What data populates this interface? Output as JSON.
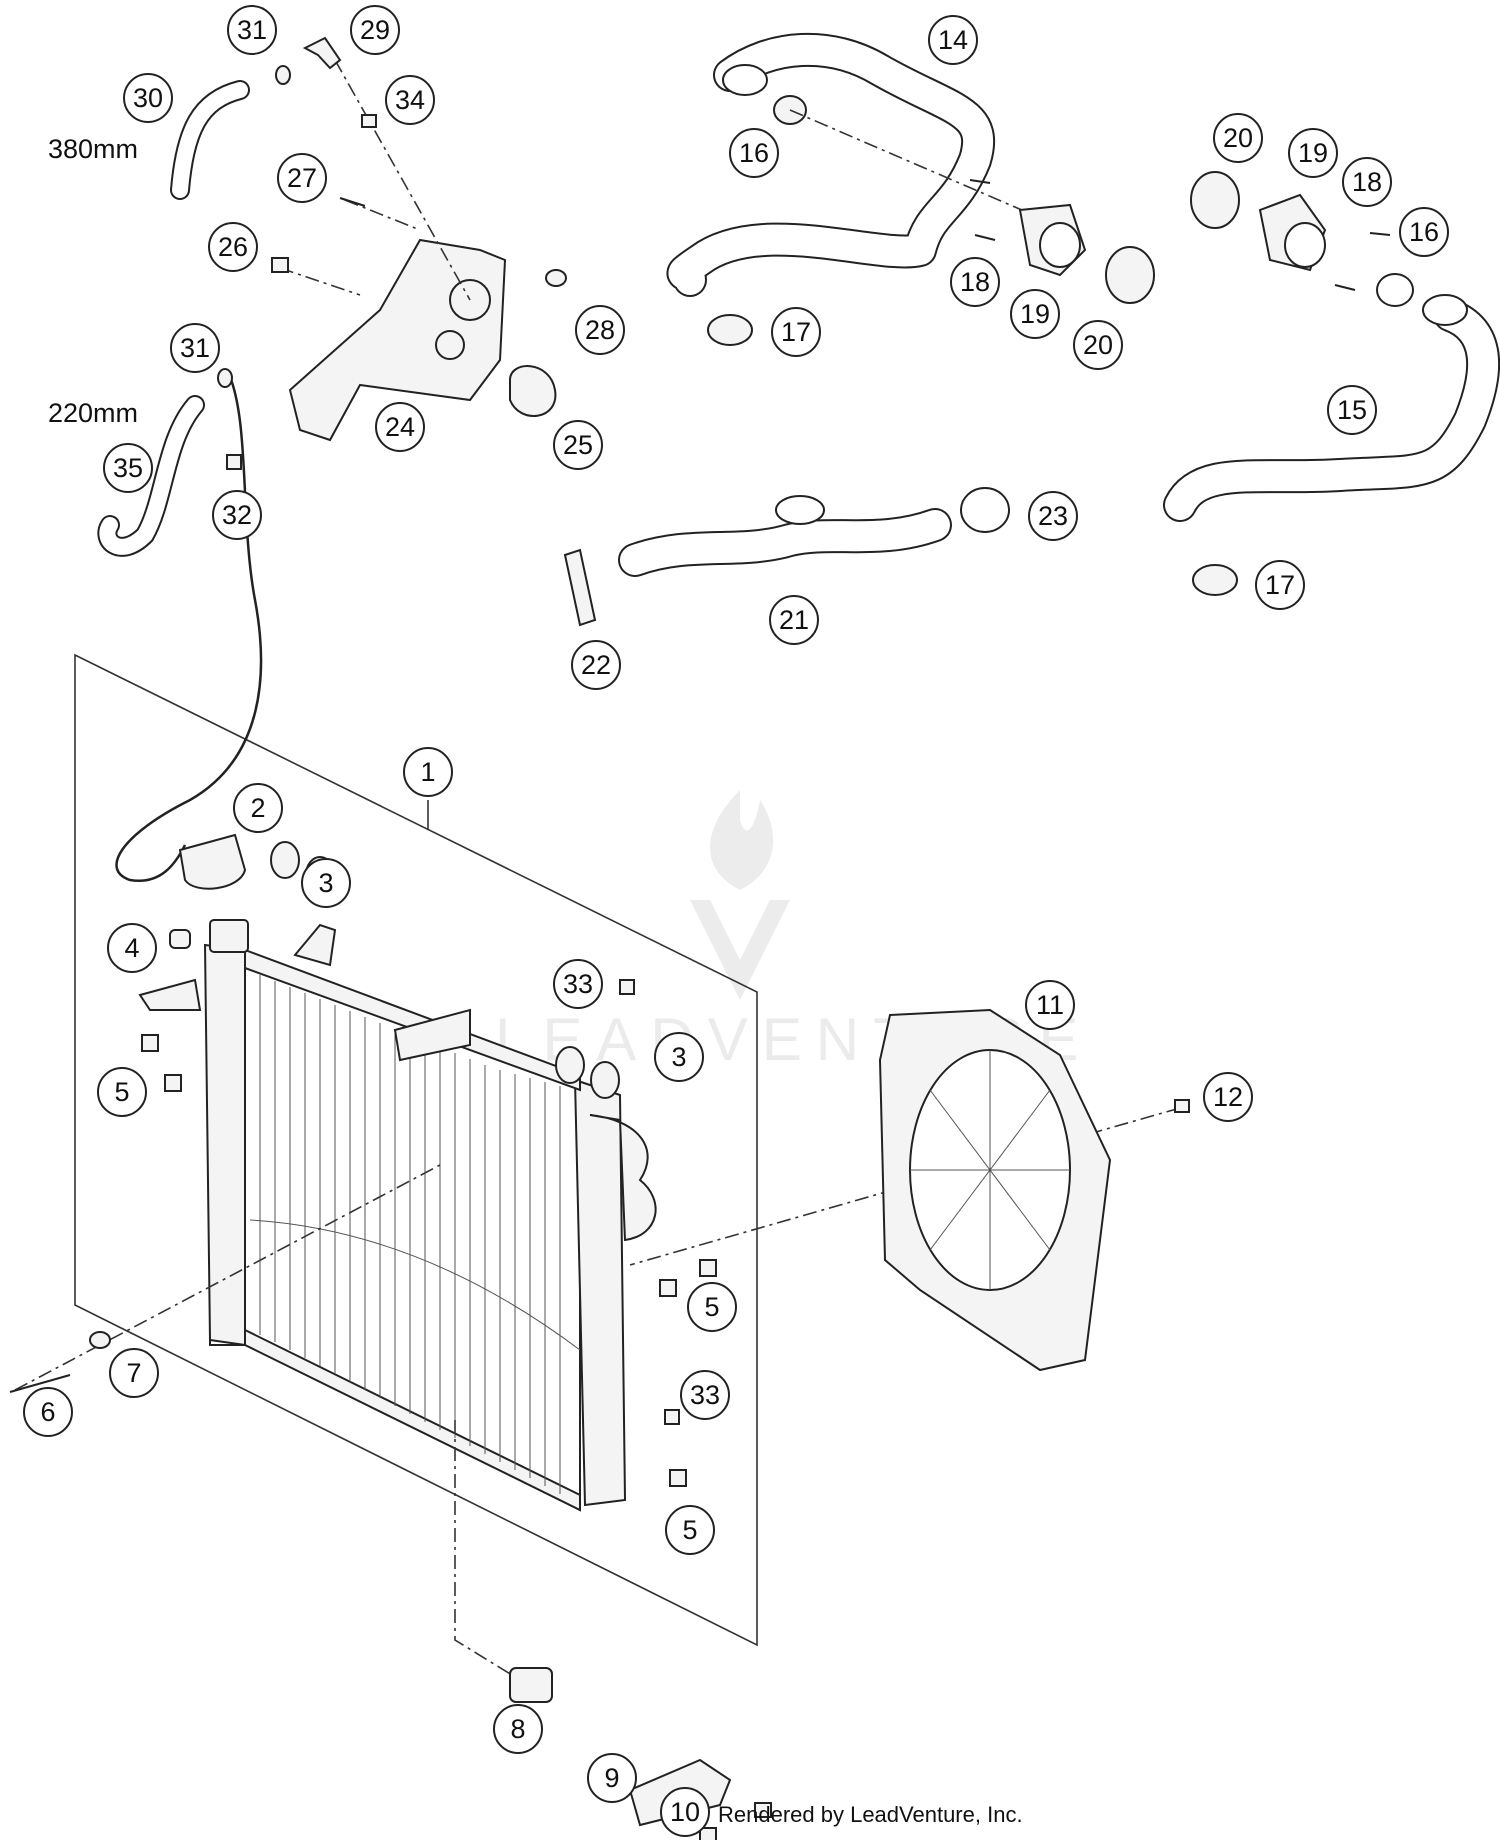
{
  "callouts": [
    {
      "n": "1"
    },
    {
      "n": "2"
    },
    {
      "n": "3"
    },
    {
      "n": "3"
    },
    {
      "n": "4"
    },
    {
      "n": "5"
    },
    {
      "n": "5"
    },
    {
      "n": "5"
    },
    {
      "n": "6"
    },
    {
      "n": "7"
    },
    {
      "n": "8"
    },
    {
      "n": "9"
    },
    {
      "n": "10"
    },
    {
      "n": "11"
    },
    {
      "n": "12"
    },
    {
      "n": "14"
    },
    {
      "n": "15"
    },
    {
      "n": "16"
    },
    {
      "n": "16"
    },
    {
      "n": "17"
    },
    {
      "n": "17"
    },
    {
      "n": "18"
    },
    {
      "n": "18"
    },
    {
      "n": "19"
    },
    {
      "n": "19"
    },
    {
      "n": "20"
    },
    {
      "n": "20"
    },
    {
      "n": "21"
    },
    {
      "n": "22"
    },
    {
      "n": "23"
    },
    {
      "n": "24"
    },
    {
      "n": "25"
    },
    {
      "n": "26"
    },
    {
      "n": "27"
    },
    {
      "n": "28"
    },
    {
      "n": "29"
    },
    {
      "n": "30"
    },
    {
      "n": "31"
    },
    {
      "n": "31"
    },
    {
      "n": "32"
    },
    {
      "n": "33"
    },
    {
      "n": "33"
    },
    {
      "n": "34"
    },
    {
      "n": "35"
    }
  ],
  "dimensions": {
    "hose_30_length": "380mm",
    "hose_35_length": "220mm"
  },
  "watermark": "LEADVENTURE",
  "credit": "Rendered by LeadVenture, Inc."
}
